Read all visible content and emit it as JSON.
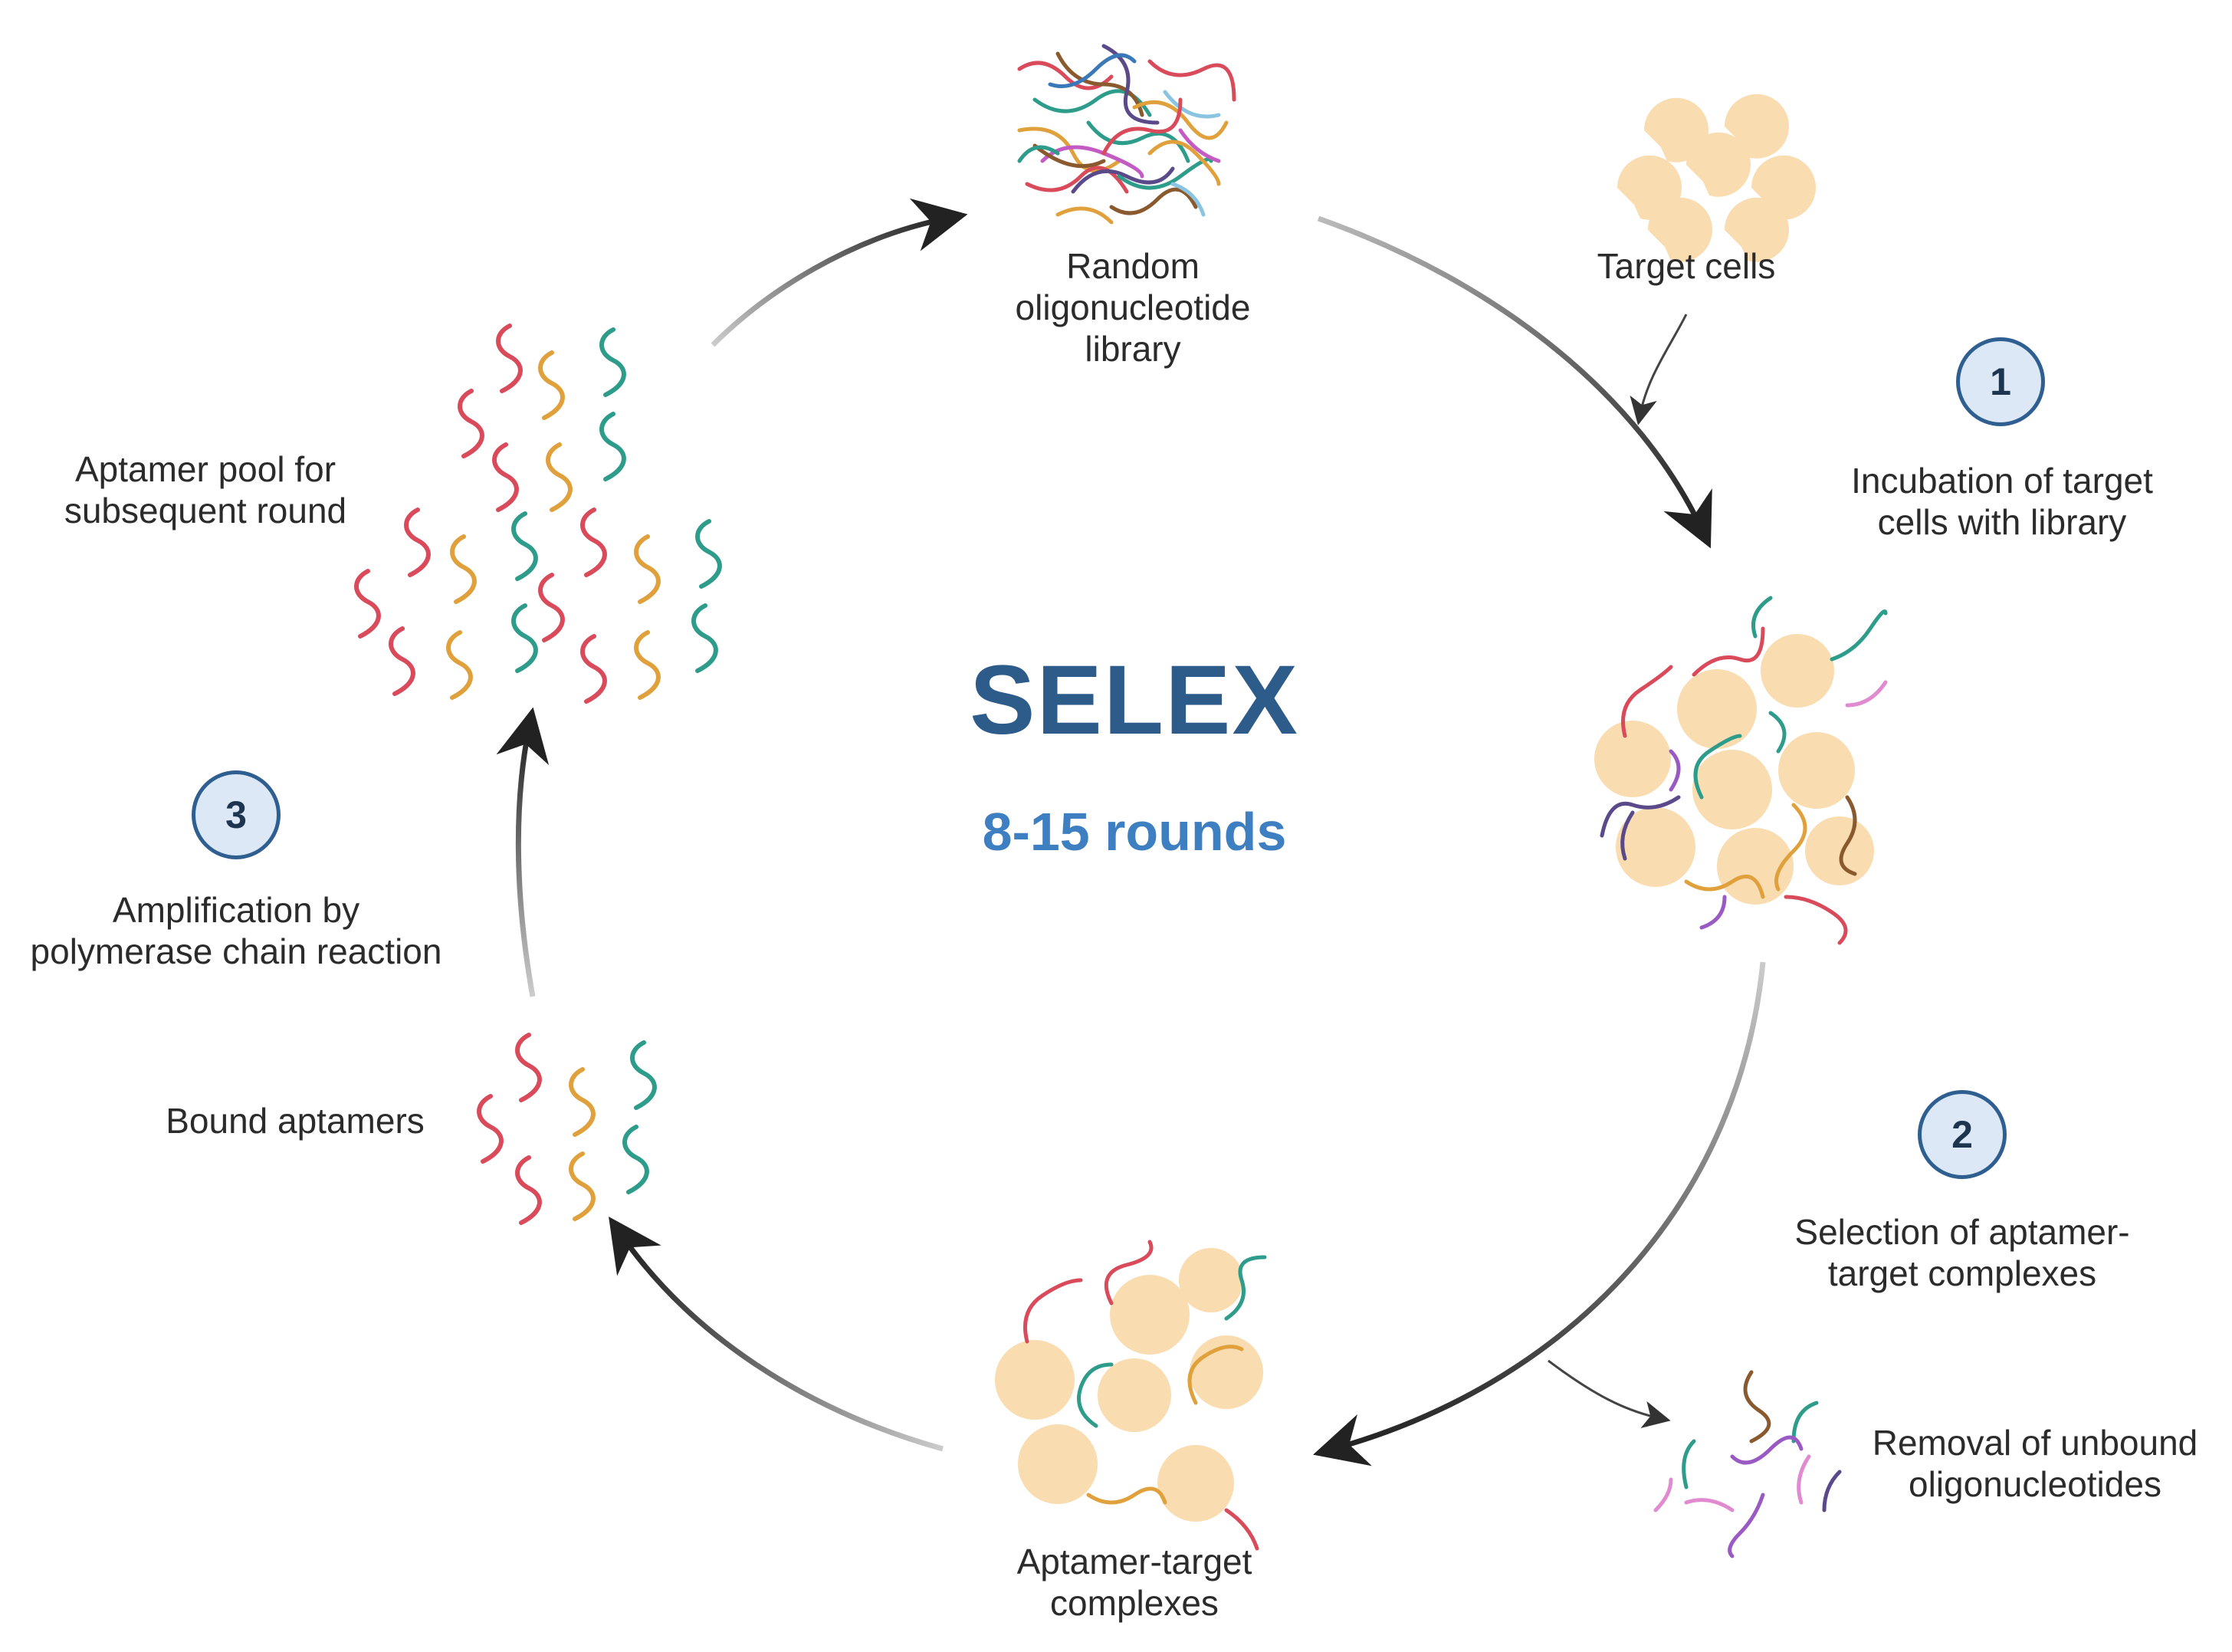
{
  "title": "SELEX",
  "subtitle": "8-15 rounds",
  "steps": [
    {
      "number": "1",
      "lines": [
        "Incubation of target",
        "cells with library"
      ]
    },
    {
      "number": "2",
      "lines": [
        "Selection of aptamer-",
        "target complexes"
      ]
    },
    {
      "number": "3",
      "lines": [
        "Amplification by",
        "polymerase chain reaction"
      ]
    }
  ],
  "labels": {
    "library": [
      "Random",
      "oligonucleotide",
      "library"
    ],
    "target_cells": [
      "Target cells"
    ],
    "complexes": [
      "Aptamer-target",
      "complexes"
    ],
    "removal": [
      "Removal of unbound",
      "oligonucleotides"
    ],
    "bound": [
      "Bound aptamers"
    ],
    "pool": [
      "Aptamer pool for",
      "subsequent round"
    ]
  },
  "colors": {
    "title": "#2d5b8a",
    "subtitle": "#3d7fc1",
    "cell": "#f9dcb0",
    "arrow": "#222222",
    "badge_fill": "#dce8f5",
    "badge_border": "#2f5f90",
    "strand_red": "#d94a5a",
    "strand_orange": "#e0a13c",
    "strand_teal": "#2e9c8a"
  }
}
